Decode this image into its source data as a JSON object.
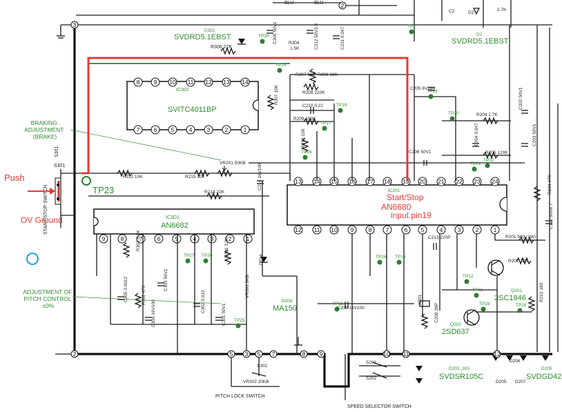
{
  "top_partial": {
    "blu1": "BLU",
    "blu2": "BLU",
    "pin_number": "2"
  },
  "left_labels": {
    "start_stop_switch": "START/STOP SWITCH",
    "s301": "S301",
    "braking_adjustment": "BRAKING\nADJUSTMENT\n(BRAKE)",
    "adjustment_pitch": "ADJUSTMENT OF\nPITCH CONTROL\n±0%"
  },
  "annotations": {
    "push": "Push",
    "ov_ground": "OV Ground",
    "tp23": "TP23",
    "start_stop_note": "Start/Stop\ninput pin19"
  },
  "chips": {
    "ic302": {
      "ref": "IC302",
      "name": "SVITC4011BP",
      "top_pins": [
        "8",
        "9",
        "10",
        "11",
        "12",
        "13",
        "14"
      ],
      "bottom_pins": [
        "7",
        "6",
        "5",
        "4",
        "3",
        "2",
        "1"
      ]
    },
    "ic301": {
      "ref": "IC3D1",
      "name": "AN6682",
      "pins": [
        "9",
        "8",
        "7",
        "6",
        "5",
        "4",
        "3",
        "2",
        "1"
      ]
    },
    "ic201": {
      "ref": "IC201",
      "name": "AN6680",
      "top_pins": [
        "13",
        "14",
        "15",
        "16",
        "17",
        "18",
        "19",
        "20",
        "21",
        "22",
        "23",
        "24"
      ],
      "bottom_pins": [
        "12",
        "11",
        "10",
        "9",
        "8",
        "7",
        "6",
        "5",
        "4",
        "3",
        "2",
        "1"
      ]
    }
  },
  "green_labels": {
    "d301": "D301",
    "d301_name": "SVDRD5.1EBST",
    "d2": "D2",
    "d2_name": "SVDRD5.1EBST",
    "d204": "D204",
    "d204_name": "MA150",
    "q201": "Q201",
    "q201_name": "2SC1846",
    "q202": "Q202",
    "q202_name": "2SD637",
    "d202_203": "D202, 203",
    "d202_203_name": "SVDSR105C",
    "d205": "D205",
    "d205_name": "SVDGD42"
  },
  "test_points": [
    "TP30",
    "TP1",
    "TP24",
    "TP18",
    "TP19",
    "TP20",
    "TP17",
    "TP16",
    "TP21",
    "TP22",
    "TP27",
    "TP26",
    "TP25",
    "TP14",
    "TP13",
    "TP12",
    "TP11",
    "TP15",
    "TP29",
    "TP28"
  ],
  "components": {
    "r306": "R306 22K",
    "r304": "R304",
    "r304v": "1.5K",
    "c305v": "C305 50V1",
    "c212": "C212 50V3.3",
    "c211": "C211 0.047",
    "r307": "R307 10K",
    "r207": "R207 56K",
    "r206": "R206 18K",
    "r208": "R208 220K",
    "c210": "C210 0.22",
    "r209": "R209 150K",
    "r210": "R210 22K",
    "c205": "C205 6V220",
    "c202": "C202 50V1",
    "r204": "R204 2.7K",
    "c204": "C204 0.047",
    "r205": "R205 120K",
    "c203": "C203 50V1",
    "c206": "C206 50V1",
    "vr201": "VR201 50KB",
    "r211": "R211 10K",
    "r215": "R215 10K",
    "r214": "R214 22K",
    "c214": "C214 16V100",
    "r303": "R303 8.2K",
    "r301": "R301 3.3K",
    "d214": "D214",
    "r201": "R201 560 (1W)",
    "r202": "R202 10K",
    "r104": "R104 47K",
    "c112": "C112 50V4.7",
    "c213": "C213 220P",
    "c209": "C209 16V100",
    "x201": "X201",
    "c208": "C208 39P",
    "r212": "R212 180",
    "c305": "C305 0.0012",
    "r302": "R302 470",
    "c303": "C303 50V1",
    "c304": "C304 16V100",
    "c302": "C302 0.012",
    "vr301": "VR301 5KB",
    "c301": "C301 50V1",
    "vr302": "VR302 20KB",
    "s302": "S302",
    "s201": "S201",
    "s202": "S202",
    "r2": "2.7K",
    "c2": "C2",
    "d2sym": "D2"
  },
  "connector_pins": [
    "3",
    "2",
    "5",
    "3",
    "5",
    "7",
    "8",
    "9",
    "10",
    "11",
    "12"
  ],
  "bottom_labels": {
    "pitch_lock": "PITCH LOCK SWITCH",
    "speed_selector": "SPEED SELECTOR SWITCH",
    "d205_label": "D205",
    "d206_label": "D206",
    "d207_label": "D207"
  }
}
